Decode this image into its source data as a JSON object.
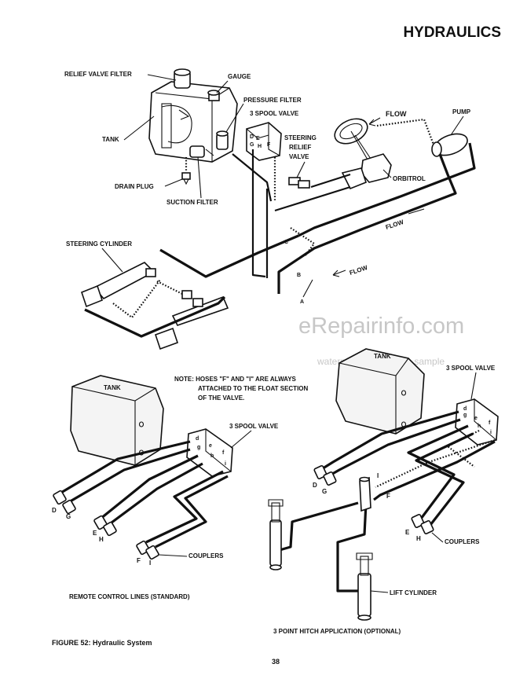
{
  "header": {
    "title": "HYDRAULICS"
  },
  "top_diagram": {
    "labels": {
      "relief_valve_filter": "RELIEF VALVE FILTER",
      "gauge": "GAUGE",
      "pressure_filter": "PRESSURE FILTER",
      "three_spool_valve": "3 SPOOL VALVE",
      "steering_relief_valve_1": "STEERING",
      "steering_relief_valve_2": "RELIEF",
      "steering_relief_valve_3": "VALVE",
      "flow_1": "FLOW",
      "flow_2": "FLOW",
      "flow_3": "FLOW",
      "pump": "PUMP",
      "tank": "TANK",
      "orbitrol": "ORBITROL",
      "drain_plug": "DRAIN PLUG",
      "suction_filter": "SUCTION FILTER",
      "steering_cylinder": "STEERING CYLINDER",
      "line_a": "A",
      "line_b": "B",
      "line_c": "C",
      "valve_d": "D",
      "valve_e": "E",
      "valve_f": "F",
      "valve_g": "G",
      "valve_h": "H"
    }
  },
  "watermark": {
    "line1": "eRepairinfo.com",
    "line2": "watermark only on this sample"
  },
  "note": {
    "line1": "NOTE:  HOSES \"F\" AND \"I\" ARE ALWAYS",
    "line2": "ATTACHED TO THE FLOAT SECTION",
    "line3": "OF THE VALVE."
  },
  "left_diagram": {
    "tank": "TANK",
    "spool_valve": "3 SPOOL VALVE",
    "ports": {
      "d": "d",
      "e": "e",
      "g": "g",
      "h": "h",
      "f": "f",
      "i": "i"
    },
    "couplers_label": "COUPLERS",
    "coupler_d": "D",
    "coupler_g": "G",
    "coupler_e": "E",
    "coupler_h": "H",
    "coupler_f": "F",
    "coupler_i": "I",
    "caption": "REMOTE CONTROL LINES (STANDARD)"
  },
  "right_diagram": {
    "tank": "TANK",
    "spool_valve": "3 SPOOL VALVE",
    "ports": {
      "d": "d",
      "e": "e",
      "g": "g",
      "h": "h",
      "f": "f",
      "i": "i"
    },
    "coupler_d": "D",
    "coupler_g": "G",
    "coupler_e": "E",
    "coupler_h": "H",
    "hose_i": "I",
    "hose_f": "F",
    "couplers_label": "COUPLERS",
    "lift_cylinder": "LIFT CYLINDER",
    "caption": "3 POINT HITCH APPLICATION (OPTIONAL)"
  },
  "figure_caption": "FIGURE 52:  Hydraulic System",
  "page_number": "38"
}
